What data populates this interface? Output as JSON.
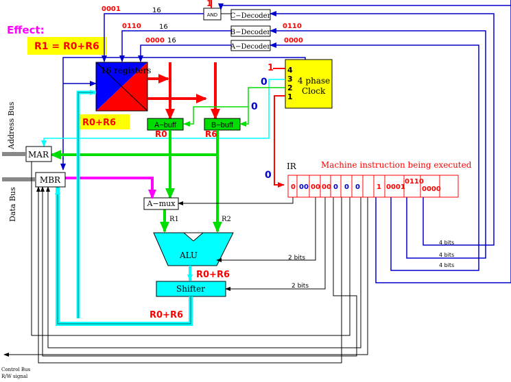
{
  "effect": {
    "title": "Effect:",
    "equation": "R1 = R0+R6"
  },
  "registers": {
    "label": "16 registers",
    "output_label": "R0+R6"
  },
  "decoders": {
    "and_label": "AND",
    "c_decoder": "C−Decoder",
    "b_decoder": "B−Decoder",
    "a_decoder": "A−Decoder",
    "c_code": "0001",
    "b_code": "0110",
    "a_code": "0000",
    "c_width": "16",
    "b_width": "16",
    "a_width": "16",
    "and_signal": "1",
    "b_right_code": "0110",
    "a_right_code": "0000"
  },
  "clock": {
    "label_line1": "4 phase",
    "label_line2": "Clock",
    "phases": [
      "4",
      "3",
      "2",
      "1"
    ],
    "phase4_signal": "1",
    "phase3_signal": "0",
    "phase2_signal": "0",
    "phase1_signal": "0"
  },
  "buffers": {
    "a_buff": "A−buff",
    "b_buff": "B−buff",
    "a_value": "R0",
    "b_value": "R6"
  },
  "left": {
    "mar": "MAR",
    "mbr": "MBR",
    "address_bus": "Address Bus",
    "data_bus": "Data Bus",
    "control_bus": "Control Bus",
    "rw_signal": "R/W signal"
  },
  "amux": {
    "label": "A−mux",
    "out_left": "R1",
    "out_right": "R2"
  },
  "alu": {
    "label": "ALU",
    "result": "R0+R6",
    "bits": "2 bits"
  },
  "shifter": {
    "label": "Shifter",
    "result": "R0+R6",
    "bits": "2 bits"
  },
  "ir": {
    "label": "IR",
    "caption": "Machine instruction being executed",
    "fields": [
      "0",
      "00",
      "00",
      "00",
      "0",
      "0",
      "0",
      "1",
      "0001",
      "0110",
      "0000"
    ],
    "field_width_labels": [
      "4 bits",
      "4 bits",
      "4 bits"
    ]
  },
  "colors": {
    "red": "#ff0000",
    "blue": "#0000cc",
    "green": "#00dd00",
    "cyan": "#00ffff",
    "magenta": "#ff00ff",
    "yellow": "#ffff00",
    "register_blue": "#0000ff",
    "buff_green": "#00dd00"
  }
}
